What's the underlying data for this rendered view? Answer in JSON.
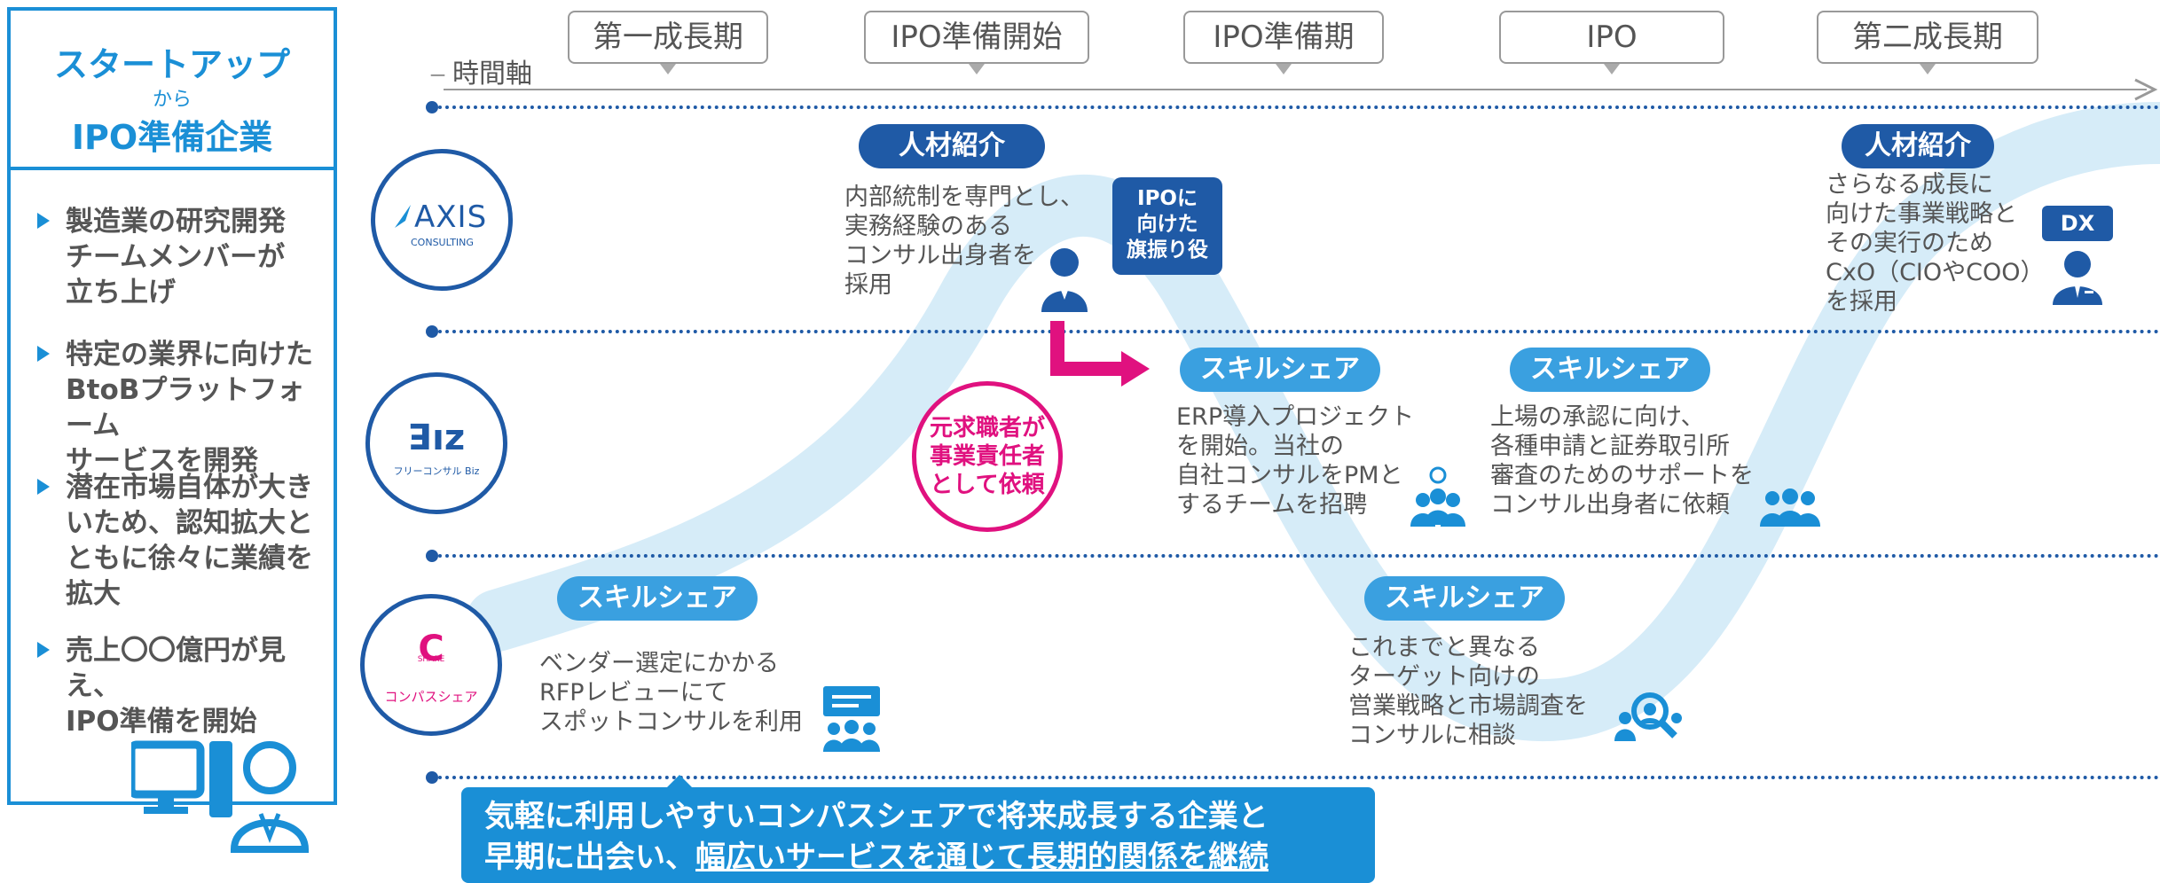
{
  "left_panel": {
    "title_line1": "スタートアップ",
    "title_line2": "から",
    "title_line3": "IPO準備企業",
    "bullets": [
      "製造業の研究開発\nチームメンバーが\n立ち上げ",
      "特定の業界に向けた\nBtoBプラットフォーム\nサービスを開発",
      "潜在市場自体が大き\nいため、認知拡大と\nともに徐々に業績を\n拡大",
      "売上〇〇億円が見え、\nIPO準備を開始"
    ]
  },
  "timeline": {
    "axis_label": "時間軸",
    "phases": [
      "第一成長期",
      "IPO準備開始",
      "IPO準備期",
      "IPO",
      "第二成長期"
    ]
  },
  "logos": {
    "axis": {
      "main": "AXIS",
      "sub": "CONSULTING"
    },
    "biz": {
      "main": "ꓱız",
      "sub": "フリーコンサル Biz"
    },
    "compass": {
      "main": "C",
      "tag": "SHARE",
      "sub": "コンパスシェア"
    }
  },
  "events": {
    "axis_1": {
      "tag": "人材紹介",
      "text": "内部統制を専門とし、\n実務経験のある\nコンサル出身者を\n採用",
      "flag": "IPOに\n向けた\n旗振り役"
    },
    "axis_2": {
      "tag": "人材紹介",
      "text": "さらなる成長に\n向けた事業戦略と\nその実行のため\nCxO（CIOやCOO）\nを採用",
      "badge": "DX"
    },
    "biz_1": {
      "tag": "スキルシェア",
      "text": "ERP導入プロジェクト\nを開始。当社の\n自社コンサルをPMと\nするチームを招聘"
    },
    "biz_2": {
      "tag": "スキルシェア",
      "text": "上場の承認に向け、\n各種申請と証券取引所\n審査のためのサポートを\nコンサル出身者に依頼"
    },
    "compass_1": {
      "tag": "スキルシェア",
      "text": "ベンダー選定にかかる\nRFPレビューにて\nスポットコンサルを利用"
    },
    "compass_2": {
      "tag": "スキルシェア",
      "text": "これまでと異なる\nターゲット向けの\n営業戦略と市場調査を\nコンサルに相談"
    },
    "magenta": "元求職者が\n事業責任者\nとして依頼"
  },
  "banner": {
    "line1": "気軽に利用しやすいコンパスシェアで将来成長する企業と",
    "line2_prefix": "早期に出会い、",
    "line2_underlined": "幅広いサービスを通じて長期的関係を継続"
  },
  "colors": {
    "accent": "#1a8fd6",
    "navy": "#1f5aa6",
    "wave": "#d6ecf8",
    "magenta": "#e0117f"
  }
}
